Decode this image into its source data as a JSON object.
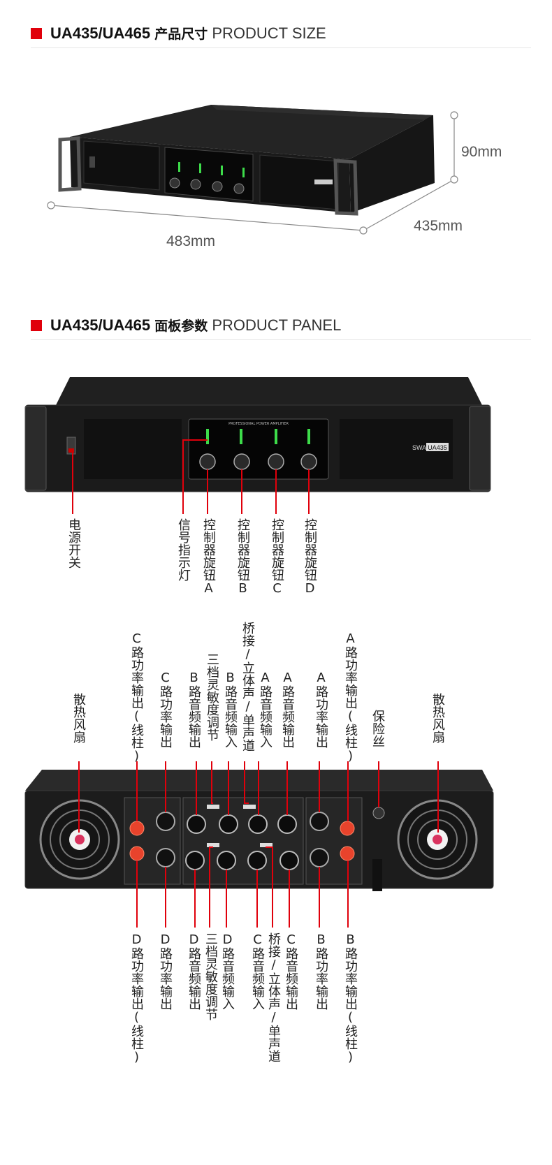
{
  "section_size": {
    "model": "UA435/UA465",
    "title_cn": "产品尺寸",
    "title_en": "PRODUCT SIZE"
  },
  "dimensions": {
    "height": "90mm",
    "depth": "435mm",
    "width": "483mm"
  },
  "section_panel": {
    "model": "UA435/UA465",
    "title_cn": "面板参数",
    "title_en": "PRODUCT PANEL"
  },
  "device": {
    "brand": "SWAN",
    "model_badge": "UA435",
    "panel_caption": "PROFESSIONAL POWER AMPLIFIER"
  },
  "front_labels": {
    "power_switch": "电源开关",
    "signal_led": "信号指示灯",
    "knob_a": "控制器旋钮A",
    "knob_b": "控制器旋钮B",
    "knob_c": "控制器旋钮C",
    "knob_d": "控制器旋钮D"
  },
  "rear_top_labels": {
    "fan_left": "散热风扇",
    "c_power_out_post": "C路功率输出(线柱)",
    "c_power_out": "C路功率输出",
    "b_audio_out": "B路音频输出",
    "sensitivity": "三档灵敏度调节",
    "b_audio_in": "B路音频输入",
    "mode_switch": "桥接/立体声/单声道",
    "a_audio_in": "A路音频输入",
    "a_audio_out": "A路音频输出",
    "a_power_out": "A路功率输出",
    "a_power_out_post": "A路功率输出(线柱)",
    "fuse": "保险丝",
    "fan_right": "散热风扇"
  },
  "rear_bottom_labels": {
    "d_power_out_post": "D路功率输出(线柱)",
    "d_power_out": "D路功率输出",
    "d_audio_out": "D路音频输出",
    "sensitivity": "三档灵敏度调节",
    "d_audio_in": "D路音频输入",
    "c_audio_in": "C路音频输入",
    "mode_switch": "桥接/立体声/单声道",
    "c_audio_out": "C路音频输出",
    "b_power_out": "B路功率输出",
    "b_power_out_post": "B路功率输出(线柱)"
  },
  "colors": {
    "accent": "#e0000b",
    "chassis": "#1c1c1c",
    "led": "#3ddc4a"
  }
}
